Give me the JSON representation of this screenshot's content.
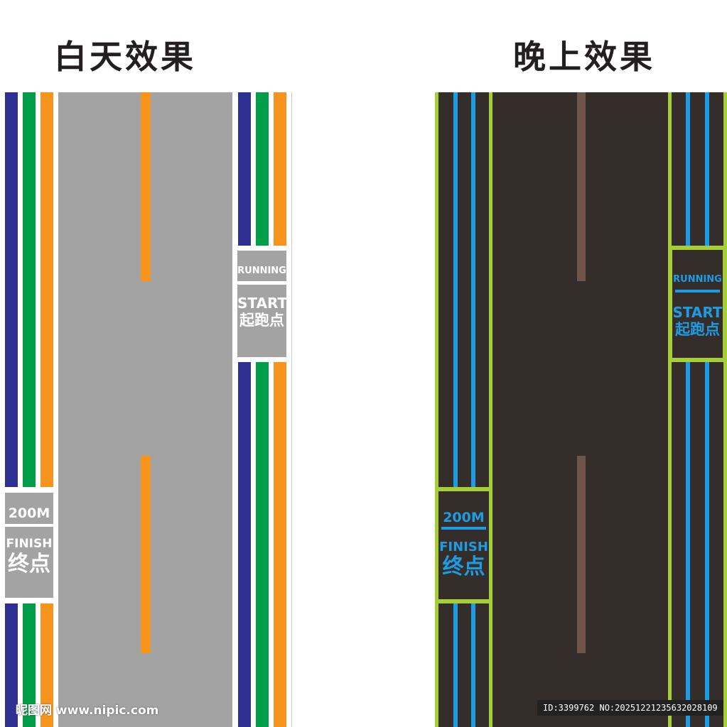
{
  "titles": {
    "day": "白天效果",
    "night": "晚上效果"
  },
  "day_panel": {
    "finish_distance": "200M",
    "finish_en": "FINISH",
    "finish_cn": "终点",
    "running": "RUNNING",
    "start_en": "START",
    "start_cn": "起跑点"
  },
  "night_panel": {
    "finish_distance": "200M",
    "finish_en": "FINISH",
    "finish_cn": "终点",
    "running": "RUNNING",
    "start_en": "START",
    "start_cn": "起跑点"
  },
  "colors": {
    "lane_blue": "#2e3192",
    "lane_green": "#009e49",
    "lane_orange": "#f7941d",
    "road_day": "#a3a3a3",
    "road_night": "#352d2a",
    "night_line_blue": "#1b9ce3",
    "night_border_green": "#a6ce39",
    "night_center": "#6e5549"
  },
  "watermark": {
    "site": "昵图网 www.nipic.com",
    "id": "ID:3399762 NO:20251221235632028109"
  }
}
